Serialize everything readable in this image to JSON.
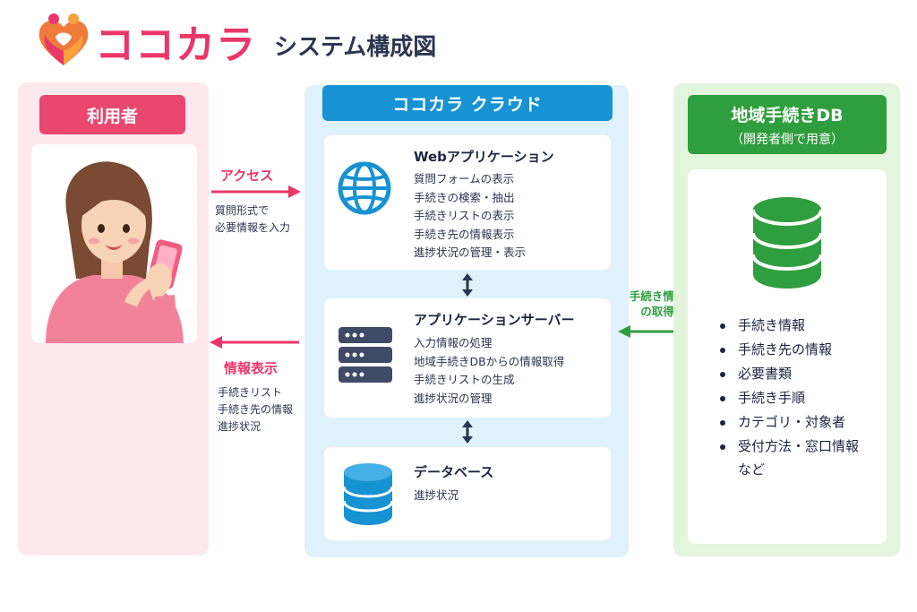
{
  "header": {
    "brand_name": "ココカラ",
    "subtitle": "システム構成図",
    "logo_icon": "heart-people-logo-icon"
  },
  "user_panel": {
    "title": "利用者",
    "illustration": "woman-using-smartphone"
  },
  "cloud_panel": {
    "title": "ココカラ クラウド",
    "components": {
      "web": {
        "icon": "globe-icon",
        "title": "Webアプリケーション",
        "lines": [
          "質問フォームの表示",
          "手続きの検索・抽出",
          "手続きリストの表示",
          "手続き先の情報表示",
          "進捗状況の管理・表示"
        ]
      },
      "app": {
        "icon": "server-icon",
        "title": "アプリケーションサーバー",
        "lines": [
          "入力情報の処理",
          "地域手続きDBからの情報取得",
          "手続きリストの生成",
          "進捗状況の管理"
        ]
      },
      "db": {
        "icon": "database-icon",
        "title": "データベース",
        "lines": [
          "進捗状況"
        ]
      }
    }
  },
  "db_panel": {
    "title": "地域手続きDB",
    "subtitle": "（開発者側で用意）",
    "icon": "database-icon",
    "items": [
      "手続き情報",
      "手続き先の情報",
      "必要書類",
      "手続き手順",
      "カテゴリ・対象者",
      "受付方法・窓口情報"
    ],
    "etc": "など"
  },
  "flows": {
    "access": {
      "label": "アクセス",
      "notes": [
        "質問形式で",
        "必要情報を入力"
      ]
    },
    "display": {
      "label": "情報表示",
      "notes": [
        "手続きリスト",
        "手続き先の情報",
        "進捗状況"
      ]
    },
    "fetch": {
      "label_lines": [
        "手続き情報",
        "の取得"
      ]
    }
  },
  "colors": {
    "brand_pink": "#e9376a",
    "cloud_blue": "#1792d2",
    "db_green": "#2f9e3e",
    "user_bg": "#fde8ee",
    "cloud_bg": "#dff1fb",
    "db_bg": "#e3f5dd"
  }
}
